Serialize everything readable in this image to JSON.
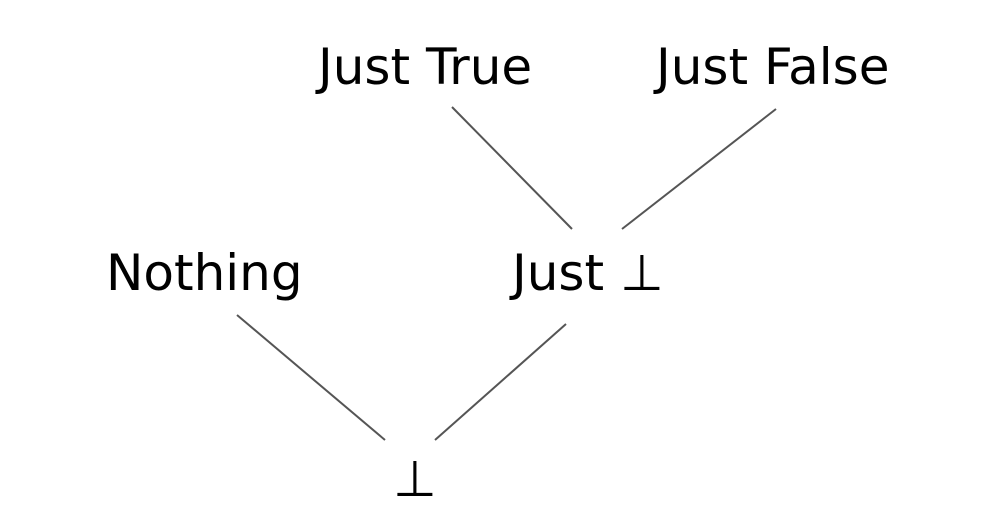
{
  "diagram": {
    "nodes": {
      "just_true": "Just True",
      "just_false": "Just False",
      "nothing": "Nothing",
      "just_bottom": "Just ⊥",
      "bottom": "⊥"
    },
    "edges": [
      [
        "just_true",
        "just_bottom"
      ],
      [
        "just_false",
        "just_bottom"
      ],
      [
        "nothing",
        "bottom"
      ],
      [
        "just_bottom",
        "bottom"
      ]
    ],
    "colors": {
      "text": "#000000",
      "edge": "#555555",
      "background": "#ffffff"
    }
  }
}
